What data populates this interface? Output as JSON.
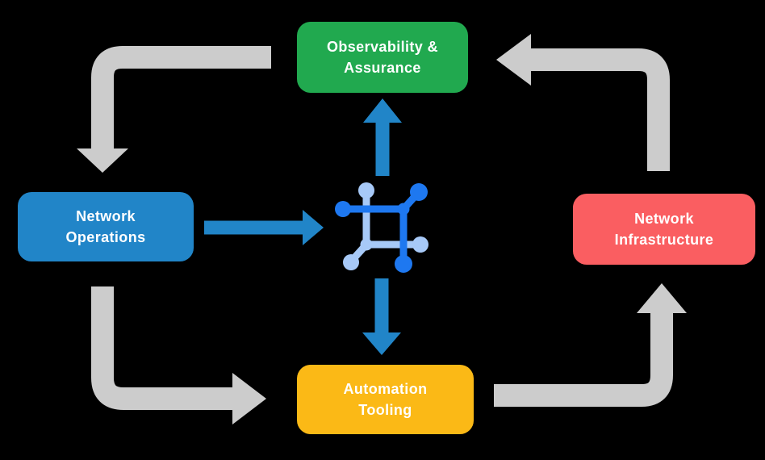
{
  "canvas": {
    "background": "#000000"
  },
  "colors": {
    "arrow_gray": "#CCCCCC",
    "arrow_blue": "#2185C8",
    "icon_dark_blue": "#1E78F0",
    "icon_light_blue": "#A7C9F7",
    "text_white": "#FFFFFF"
  },
  "nodes": {
    "observability": {
      "line1": "Observability &",
      "line2": "Assurance",
      "color": "#21A94F"
    },
    "operations": {
      "line1": "Network",
      "line2": "Operations",
      "color": "#2185C8"
    },
    "infrastructure": {
      "line1": "Network",
      "line2": "Infrastructure",
      "color": "#FA5E61"
    },
    "automation": {
      "line1": "Automation",
      "line2": "Tooling",
      "color": "#FBB916"
    }
  },
  "center_icon": "network-mesh-icon"
}
